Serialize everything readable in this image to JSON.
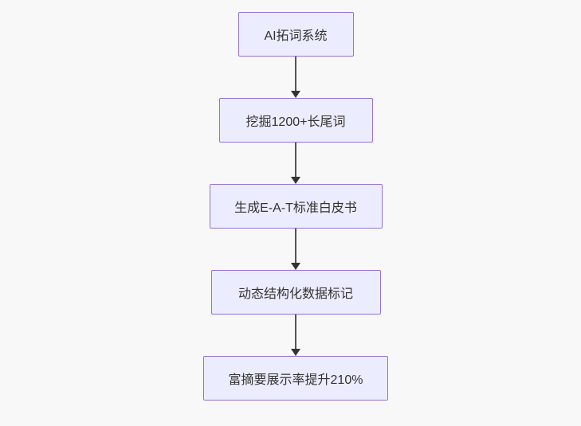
{
  "flowchart": {
    "type": "vertical-flow",
    "nodes": [
      {
        "id": "A",
        "label": "AI拓词系统"
      },
      {
        "id": "B",
        "label": "挖掘1200+长尾词"
      },
      {
        "id": "C",
        "label": "生成E-A-T标准白皮书"
      },
      {
        "id": "D",
        "label": "动态结构化数据标记"
      },
      {
        "id": "E",
        "label": "富摘要展示率提升210%"
      }
    ],
    "edges": [
      {
        "from": "A",
        "to": "B"
      },
      {
        "from": "B",
        "to": "C"
      },
      {
        "from": "C",
        "to": "D"
      },
      {
        "from": "D",
        "to": "E"
      }
    ],
    "colors": {
      "background": "#f8f8f8",
      "node_fill": "#ececff",
      "node_border": "#9370db",
      "node_text": "#333333",
      "arrow_line": "#555555",
      "arrowhead": "#333333"
    }
  }
}
